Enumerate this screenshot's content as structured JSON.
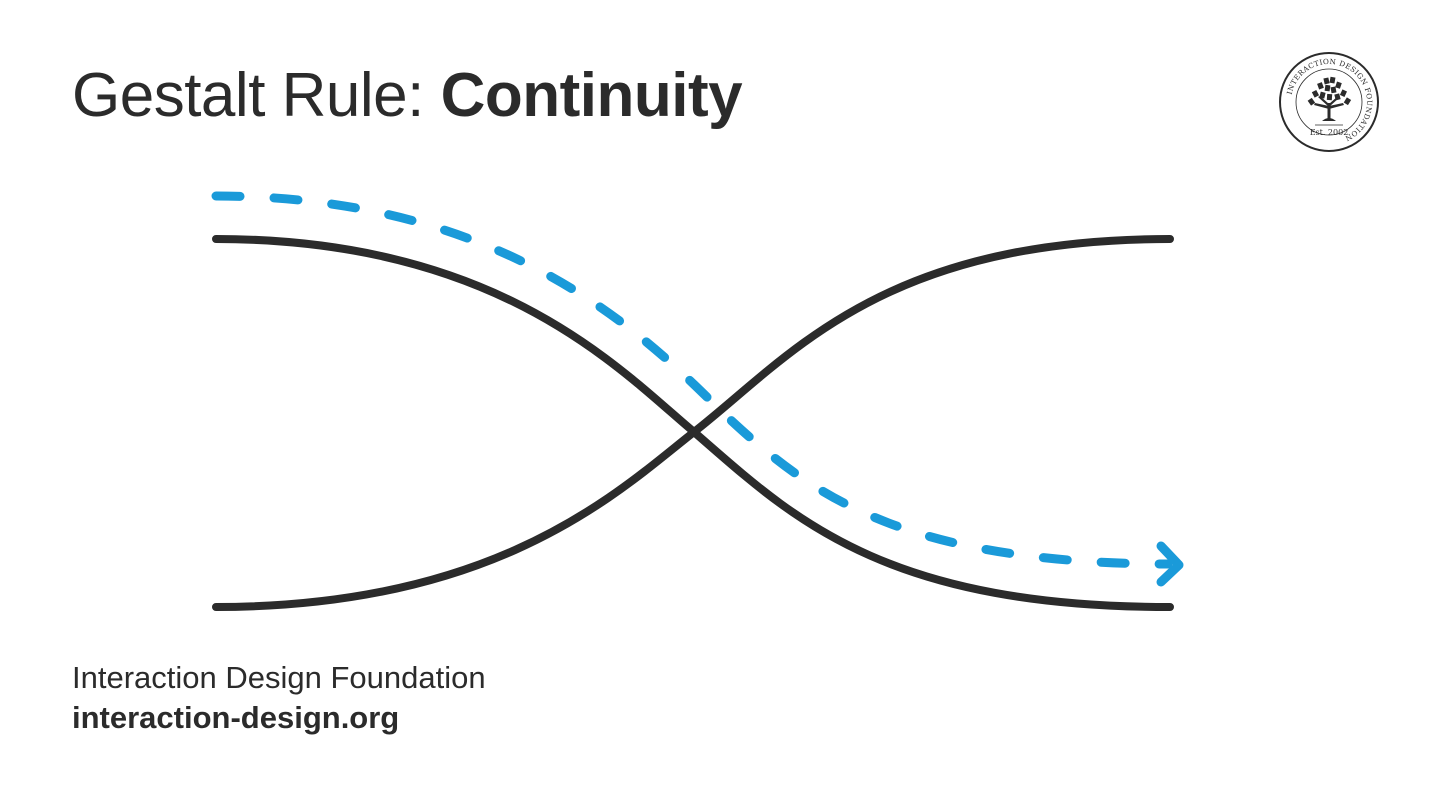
{
  "slide": {
    "title_prefix": "Gestalt Rule:",
    "title_emphasis": "Continuity"
  },
  "logo": {
    "ring_text": "INTERACTION DESIGN FOUNDATION",
    "established": "Est. 2002",
    "icon": "tree-icon"
  },
  "footer": {
    "organization": "Interaction Design Foundation",
    "website": "interaction-design.org"
  },
  "colors": {
    "text": "#2b2b2b",
    "curve": "#2b2b2b",
    "dashed_path": "#1a9ad9",
    "background": "#ffffff"
  }
}
